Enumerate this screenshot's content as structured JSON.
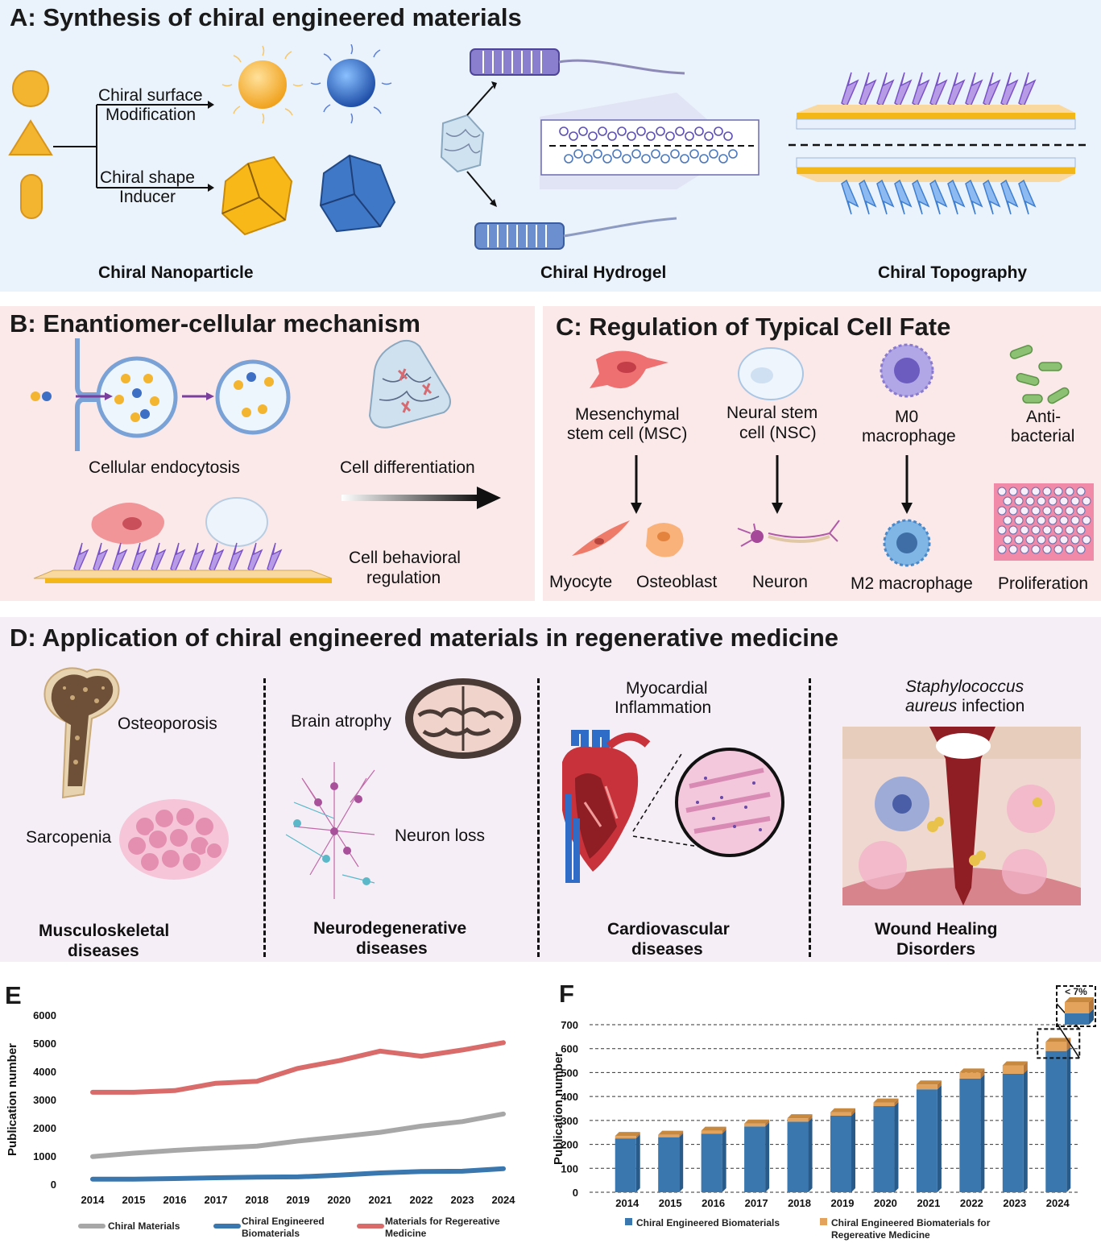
{
  "panel_a": {
    "title": "A: Synthesis of chiral engineered materials",
    "surface_label_1": "Chiral surface",
    "surface_label_2": "Modification",
    "shape_label_1": "Chiral shape",
    "shape_label_2": "Inducer",
    "nanoparticle": "Chiral Nanoparticle",
    "hydrogel": "Chiral Hydrogel",
    "topography": "Chiral Topography"
  },
  "panel_b": {
    "title": "B: Enantiomer-cellular mechanism",
    "endocytosis": "Cellular endocytosis",
    "differentiation": "Cell differentiation",
    "behavioral_1": "Cell behavioral",
    "behavioral_2": "regulation"
  },
  "panel_c": {
    "title": "C: Regulation of Typical Cell Fate",
    "msc_1": "Mesenchymal",
    "msc_2": "stem cell (MSC)",
    "nsc_1": "Neural stem",
    "nsc_2": "cell (NSC)",
    "m0_1": "M0",
    "m0_2": "macrophage",
    "anti_1": "Anti-",
    "anti_2": "bacterial",
    "myocyte": "Myocyte",
    "osteoblast": "Osteoblast",
    "neuron": "Neuron",
    "m2": "M2 macrophage",
    "proliferation": "Proliferation"
  },
  "panel_d": {
    "title": "D: Application of chiral engineered materials in regenerative medicine",
    "osteoporosis": "Osteoporosis",
    "sarcopenia": "Sarcopenia",
    "musculo_1": "Musculoskeletal",
    "musculo_2": "diseases",
    "brain_atrophy": "Brain atrophy",
    "neuron_loss": "Neuron loss",
    "neuro_1": "Neurodegenerative",
    "neuro_2": "diseases",
    "myo_1": "Myocardial",
    "myo_2": "Inflammation",
    "cardio_1": "Cardiovascular",
    "cardio_2": "diseases",
    "staph_1": "Staphylococcus",
    "staph_2a": "aureus",
    "staph_2b": "infection",
    "wound_1": "Wound Healing",
    "wound_2": "Disorders"
  },
  "chart_e_letter": "E",
  "chart_f_letter": "F",
  "chart_data": [
    {
      "type": "line",
      "x": [
        "2014",
        "2015",
        "2016",
        "2017",
        "2018",
        "2019",
        "2020",
        "2021",
        "2022",
        "2023",
        "2024"
      ],
      "ylabel": "Publication number",
      "ylim": [
        0,
        6000
      ],
      "yticks": [
        "0",
        "1000",
        "2000",
        "3000",
        "4000",
        "5000",
        "6000"
      ],
      "grid": false,
      "legend_position": "bottom",
      "series": [
        {
          "name": "Chiral Materials",
          "color": "#a7a7a7",
          "values": [
            980,
            1100,
            1200,
            1280,
            1350,
            1530,
            1680,
            1840,
            2060,
            2220,
            2490
          ]
        },
        {
          "name": "Chiral Engineered Biomaterials",
          "color": "#3a77ae",
          "values": [
            180,
            180,
            200,
            230,
            250,
            260,
            320,
            400,
            450,
            460,
            550
          ]
        },
        {
          "name": "Materials for Regereative Medicine",
          "color": "#d96b6b",
          "values": [
            3260,
            3260,
            3320,
            3580,
            3650,
            4110,
            4380,
            4720,
            4540,
            4760,
            5020
          ]
        }
      ]
    },
    {
      "type": "bar",
      "stacked": true,
      "categories": [
        "2014",
        "2015",
        "2016",
        "2017",
        "2018",
        "2019",
        "2020",
        "2021",
        "2022",
        "2023",
        "2024"
      ],
      "ylabel": "Publication number",
      "ylim": [
        0,
        700
      ],
      "yticks": [
        "0",
        "100",
        "200",
        "300",
        "400",
        "500",
        "600",
        "700"
      ],
      "legend_position": "bottom",
      "annotation": "< 7%",
      "series": [
        {
          "name": "Chiral Engineered Biomaterials",
          "color": "#3a77ae",
          "values": [
            225,
            230,
            245,
            275,
            295,
            320,
            360,
            430,
            475,
            495,
            590
          ]
        },
        {
          "name": "Chiral Engineered Biomaterials for Regereative Medicine",
          "color": "#e3a35c",
          "values": [
            10,
            10,
            12,
            12,
            14,
            14,
            15,
            20,
            25,
            35,
            38
          ]
        }
      ]
    }
  ]
}
